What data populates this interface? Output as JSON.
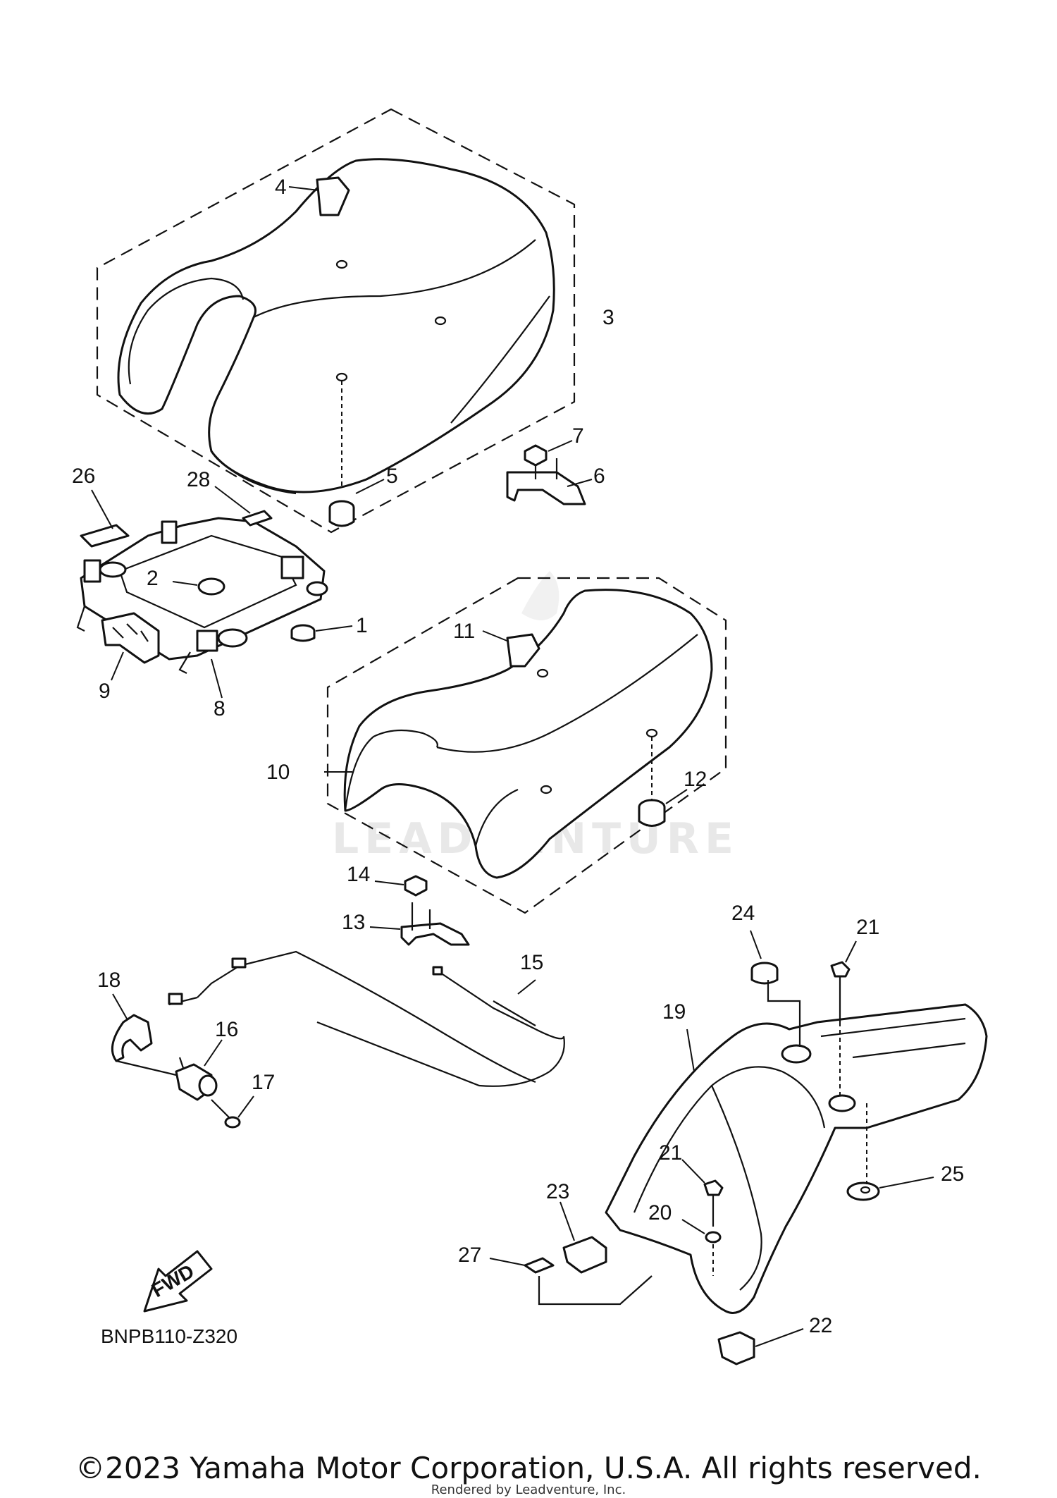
{
  "diagram": {
    "part_labels": [
      "1",
      "2",
      "3",
      "4",
      "5",
      "6",
      "7",
      "8",
      "9",
      "10",
      "11",
      "12",
      "13",
      "14",
      "15",
      "16",
      "17",
      "18",
      "19",
      "20",
      "21",
      "21",
      "22",
      "23",
      "24",
      "25",
      "26",
      "27",
      "28"
    ],
    "diagram_code": "BNPB110-Z320",
    "fwd_label": "FWD",
    "watermark": "LEADVENTURE"
  },
  "footer": {
    "copyright": "©2023 Yamaha Motor Corporation, U.S.A. All rights reserved.",
    "rendered_by": "Rendered by Leadventure, Inc."
  }
}
